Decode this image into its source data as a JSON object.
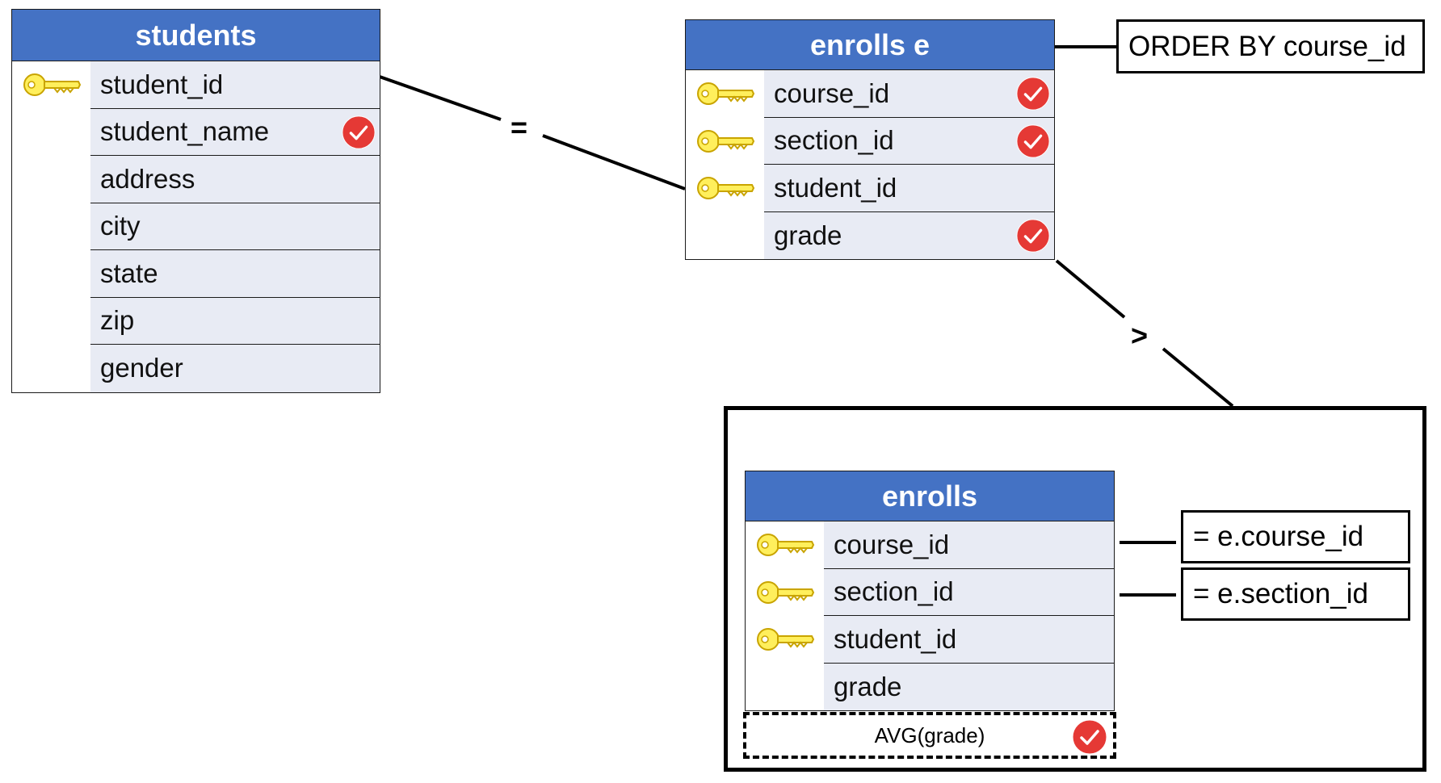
{
  "tables": {
    "students": {
      "title": "students",
      "rows": [
        {
          "label": "student_id",
          "key": true,
          "checked": false
        },
        {
          "label": "student_name",
          "key": false,
          "checked": true
        },
        {
          "label": "address",
          "key": false,
          "checked": false
        },
        {
          "label": "city",
          "key": false,
          "checked": false
        },
        {
          "label": "state",
          "key": false,
          "checked": false
        },
        {
          "label": "zip",
          "key": false,
          "checked": false
        },
        {
          "label": "gender",
          "key": false,
          "checked": false
        }
      ]
    },
    "enrolls_e": {
      "title": "enrolls e",
      "rows": [
        {
          "label": "course_id",
          "key": true,
          "checked": true
        },
        {
          "label": "section_id",
          "key": true,
          "checked": true
        },
        {
          "label": "student_id",
          "key": true,
          "checked": false
        },
        {
          "label": "grade",
          "key": false,
          "checked": true
        }
      ]
    },
    "enrolls": {
      "title": "enrolls",
      "rows": [
        {
          "label": "course_id",
          "key": true,
          "checked": false
        },
        {
          "label": "section_id",
          "key": true,
          "checked": false
        },
        {
          "label": "student_id",
          "key": true,
          "checked": false
        },
        {
          "label": "grade",
          "key": false,
          "checked": false
        }
      ],
      "aggregate": {
        "label": "AVG(grade)",
        "checked": true
      }
    }
  },
  "annotations": {
    "order_by": "ORDER BY course_id",
    "course_condition": "= e.course_id",
    "section_condition": "= e.section_id"
  },
  "joins": {
    "students_enrolls": "=",
    "grade_subquery": ">"
  },
  "colors": {
    "header_blue": "#4472c4",
    "row_fill": "#e8ebf4",
    "key_yellow": "#ffef5c",
    "check_red": "#e53935"
  },
  "icons": {
    "key": "key-icon",
    "check": "check-circle-icon"
  }
}
